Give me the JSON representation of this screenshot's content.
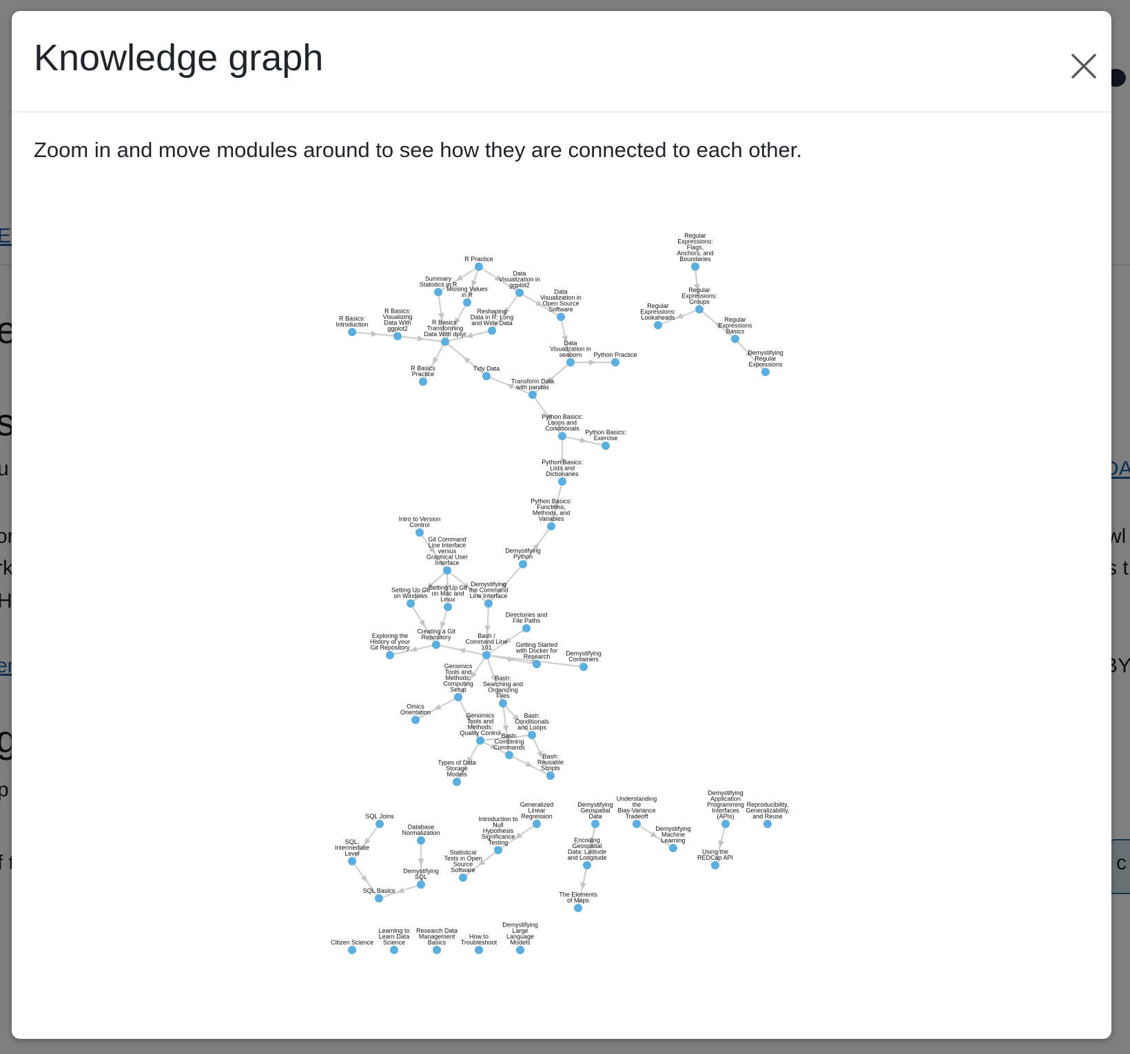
{
  "background_fragments": [
    "Ed",
    "e",
    "s",
    "u",
    "or",
    "rk",
    "H",
    "er",
    "g",
    "p",
    "f t",
    "DA",
    "wl",
    "s t",
    "BY",
    "c"
  ],
  "modal": {
    "title": "Knowledge graph",
    "close_label": "×",
    "description": "Zoom in and move modules around to see how they are connected to each other."
  },
  "graph": {
    "node_color": "#5aaee0",
    "edge_color": "#cfcfcf",
    "nodes": [
      {
        "id": "r-practice",
        "label": "R Practice"
      },
      {
        "id": "summary-stats-r",
        "label": "Summary Statistics in R"
      },
      {
        "id": "missing-values-r",
        "label": "Missing Values in R"
      },
      {
        "id": "data-vis-ggplot2",
        "label": "Data Visualization in ggplot2"
      },
      {
        "id": "data-vis-oss",
        "label": "Data Visualization in Open Source Software"
      },
      {
        "id": "r-basics-intro",
        "label": "R Basics: Introduction"
      },
      {
        "id": "r-basics-vis",
        "label": "R Basics: Visualizing Data With ggplot2"
      },
      {
        "id": "r-basics-dplyr",
        "label": "R Basics: Transforming Data With dplyr"
      },
      {
        "id": "reshaping-r",
        "label": "Reshaping Data in R: Long and Wide Data"
      },
      {
        "id": "data-vis-seaborn",
        "label": "Data Visualization in seaborn"
      },
      {
        "id": "python-practice",
        "label": "Python Practice"
      },
      {
        "id": "r-basics-practice",
        "label": "R Basics Practice"
      },
      {
        "id": "tidy-data",
        "label": "Tidy Data"
      },
      {
        "id": "transform-pandas",
        "label": "Transform Data with pandas"
      },
      {
        "id": "py-loops",
        "label": "Python Basics: Loops and Conditionals"
      },
      {
        "id": "py-exercise",
        "label": "Python Basics: Exercise"
      },
      {
        "id": "py-lists",
        "label": "Python Basics: Lists and Dictionaries"
      },
      {
        "id": "py-functions",
        "label": "Python Basics: Functions, Methods, and Variables"
      },
      {
        "id": "demyst-python",
        "label": "Demystifying Python"
      },
      {
        "id": "regex-flags",
        "label": "Regular Expressions: Flags, Anchors, and Boundaries"
      },
      {
        "id": "regex-groups",
        "label": "Regular Expressions: Groups"
      },
      {
        "id": "regex-lookaheads",
        "label": "Regular Expressions: Lookaheads"
      },
      {
        "id": "regex-basics",
        "label": "Regular Expressions Basics"
      },
      {
        "id": "demyst-regex",
        "label": "Demystifying Regular Expressions"
      },
      {
        "id": "intro-vc",
        "label": "Intro to Version Control"
      },
      {
        "id": "git-cli-gui",
        "label": "Git Command Line Interface versus Graphical User Interface"
      },
      {
        "id": "git-windows",
        "label": "Setting Up Git on Windows"
      },
      {
        "id": "git-mac",
        "label": "Setting Up Git on Mac and Linux"
      },
      {
        "id": "demyst-cli",
        "label": "Demystifying the Command Line Interface"
      },
      {
        "id": "dirs-paths",
        "label": "Directories and File Paths"
      },
      {
        "id": "git-repo",
        "label": "Creating a Git Repository"
      },
      {
        "id": "git-history",
        "label": "Exploring the History of your Git Repository"
      },
      {
        "id": "bash-101",
        "label": "Bash / Command Line 101"
      },
      {
        "id": "docker",
        "label": "Getting Started with Docker for Research"
      },
      {
        "id": "demyst-containers",
        "label": "Demystifying Containers"
      },
      {
        "id": "genomics-setup",
        "label": "Genomics Tools and Methods: Computing Setup"
      },
      {
        "id": "bash-search",
        "label": "Bash: Searching and Organizing Files"
      },
      {
        "id": "omics",
        "label": "Omics Orientation"
      },
      {
        "id": "genomics-qc",
        "label": "Genomics Tools and Methods: Quality Control"
      },
      {
        "id": "bash-loops",
        "label": "Bash: Conditionals and Loops"
      },
      {
        "id": "bash-combining",
        "label": "Bash: Combining Commands"
      },
      {
        "id": "bash-scripts",
        "label": "Bash: Reusable Scripts"
      },
      {
        "id": "storage-models",
        "label": "Types of Data Storage Models"
      },
      {
        "id": "sql-joins",
        "label": "SQL Joins"
      },
      {
        "id": "db-norm",
        "label": "Database Normalization"
      },
      {
        "id": "sql-intermediate",
        "label": "SQL, Intermediate Level"
      },
      {
        "id": "demyst-sql",
        "label": "Demystifying SQL"
      },
      {
        "id": "sql-basics",
        "label": "SQL Basics"
      },
      {
        "id": "glm",
        "label": "Generalized Linear Regression"
      },
      {
        "id": "nhst",
        "label": "Introduction to Null Hypothesis Significance Testing"
      },
      {
        "id": "stat-tests",
        "label": "Statistical Tests in Open Source Software"
      },
      {
        "id": "demyst-geo",
        "label": "Demystifying Geospatial Data"
      },
      {
        "id": "encoding-geo",
        "label": "Encoding Geospatial Data: Latitude and Longitude"
      },
      {
        "id": "elements-maps",
        "label": "The Elements of Maps"
      },
      {
        "id": "bias-variance",
        "label": "Understanding the Bias-Variance Tradeoff"
      },
      {
        "id": "demyst-ml",
        "label": "Demystifying Machine Learning"
      },
      {
        "id": "demyst-apis",
        "label": "Demystifying Application Programming Interfaces (APIs)"
      },
      {
        "id": "redcap",
        "label": "Using the REDCap API"
      },
      {
        "id": "reproducibility",
        "label": "Reproducibility, Generalizability, and Reuse"
      },
      {
        "id": "citizen-science",
        "label": "Citizen Science"
      },
      {
        "id": "learning-ds",
        "label": "Learning to Learn Data Science"
      },
      {
        "id": "rdm",
        "label": "Research Data Management Basics"
      },
      {
        "id": "troubleshoot",
        "label": "How to Troubleshoot"
      },
      {
        "id": "demyst-llm",
        "label": "Demystifying Large Language Models"
      }
    ],
    "edges": [
      [
        "r-practice",
        "summary-stats-r"
      ],
      [
        "r-practice",
        "missing-values-r"
      ],
      [
        "r-practice",
        "data-vis-ggplot2"
      ],
      [
        "data-vis-ggplot2",
        "data-vis-oss"
      ],
      [
        "data-vis-ggplot2",
        "reshaping-r"
      ],
      [
        "summary-stats-r",
        "r-basics-dplyr"
      ],
      [
        "missing-values-r",
        "r-basics-dplyr"
      ],
      [
        "r-basics-intro",
        "r-basics-vis"
      ],
      [
        "r-basics-vis",
        "r-basics-dplyr"
      ],
      [
        "reshaping-r",
        "r-basics-dplyr"
      ],
      [
        "r-basics-dplyr",
        "r-basics-practice"
      ],
      [
        "tidy-data",
        "r-basics-dplyr"
      ],
      [
        "data-vis-oss",
        "data-vis-seaborn"
      ],
      [
        "data-vis-seaborn",
        "python-practice"
      ],
      [
        "transform-pandas",
        "data-vis-seaborn"
      ],
      [
        "transform-pandas",
        "tidy-data"
      ],
      [
        "py-loops",
        "transform-pandas"
      ],
      [
        "py-loops",
        "py-exercise"
      ],
      [
        "py-lists",
        "py-loops"
      ],
      [
        "py-functions",
        "py-lists"
      ],
      [
        "demyst-python",
        "py-functions"
      ],
      [
        "regex-flags",
        "regex-groups"
      ],
      [
        "regex-groups",
        "regex-lookaheads"
      ],
      [
        "regex-basics",
        "regex-groups"
      ],
      [
        "regex-basics",
        "demyst-regex"
      ],
      [
        "intro-vc",
        "git-cli-gui"
      ],
      [
        "git-cli-gui",
        "git-windows"
      ],
      [
        "git-cli-gui",
        "git-mac"
      ],
      [
        "git-cli-gui",
        "demyst-cli"
      ],
      [
        "demyst-cli",
        "demyst-python"
      ],
      [
        "demyst-cli",
        "bash-101"
      ],
      [
        "dirs-paths",
        "bash-101"
      ],
      [
        "git-windows",
        "git-repo"
      ],
      [
        "git-mac",
        "git-repo"
      ],
      [
        "git-repo",
        "git-history"
      ],
      [
        "bash-101",
        "git-repo"
      ],
      [
        "bash-101",
        "docker"
      ],
      [
        "bash-101",
        "demyst-containers"
      ],
      [
        "bash-101",
        "genomics-setup"
      ],
      [
        "bash-101",
        "bash-search"
      ],
      [
        "genomics-setup",
        "omics"
      ],
      [
        "genomics-setup",
        "genomics-qc"
      ],
      [
        "bash-search",
        "bash-loops"
      ],
      [
        "bash-search",
        "bash-combining"
      ],
      [
        "bash-loops",
        "bash-scripts"
      ],
      [
        "bash-loops",
        "genomics-qc"
      ],
      [
        "bash-combining",
        "bash-scripts"
      ],
      [
        "genomics-qc",
        "bash-combining"
      ],
      [
        "genomics-qc",
        "storage-models"
      ],
      [
        "sql-joins",
        "sql-intermediate"
      ],
      [
        "db-norm",
        "demyst-sql"
      ],
      [
        "sql-intermediate",
        "sql-basics"
      ],
      [
        "demyst-sql",
        "sql-basics"
      ],
      [
        "glm",
        "nhst"
      ],
      [
        "nhst",
        "stat-tests"
      ],
      [
        "demyst-geo",
        "encoding-geo"
      ],
      [
        "encoding-geo",
        "elements-maps"
      ],
      [
        "bias-variance",
        "demyst-ml"
      ],
      [
        "demyst-apis",
        "redcap"
      ]
    ]
  }
}
